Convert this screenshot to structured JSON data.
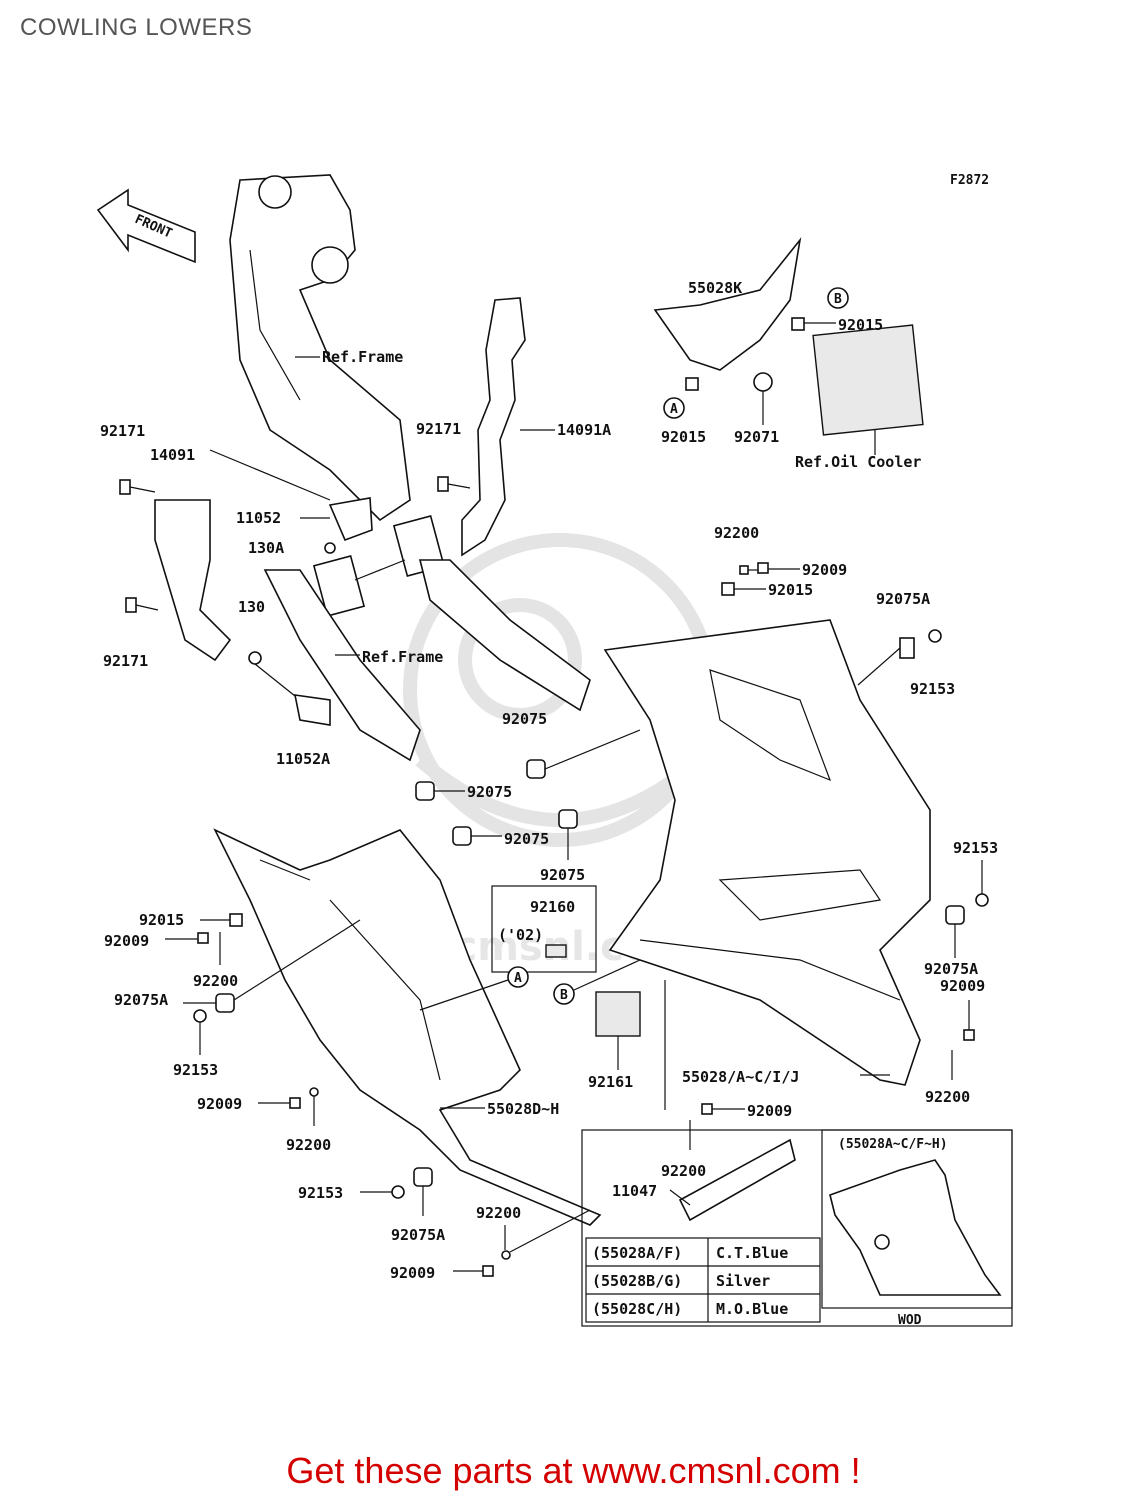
{
  "page_title": "COWLING LOWERS",
  "diagram_code": "F2872",
  "front_label": "FRONT",
  "ref_frame": "Ref.Frame",
  "ref_oil_cooler": "Ref.Oil Cooler",
  "variant_code": "('02)",
  "inset_title": "(55028A~C/F~H)",
  "inset_caption": "WOD",
  "callouts": [
    "A",
    "B",
    "A",
    "B"
  ],
  "part_labels": [
    "55028K",
    "92015",
    "92015",
    "92071",
    "14091A",
    "92171",
    "14091",
    "92171",
    "11052",
    "130A",
    "130",
    "92171",
    "11052A",
    "92200",
    "92009",
    "92015",
    "92075A",
    "92153",
    "92075",
    "92075",
    "92075",
    "92075",
    "92160",
    "92015",
    "92009",
    "92200",
    "92075A",
    "92153",
    "92161",
    "92153",
    "92075A",
    "92009",
    "92200",
    "55028/A~C/I/J",
    "92009",
    "92200",
    "55028D~H",
    "92200",
    "11047",
    "92153",
    "92075A",
    "92200",
    "92009"
  ],
  "color_table": [
    {
      "code": "(55028A/F)",
      "color": "C.T.Blue"
    },
    {
      "code": "(55028B/G)",
      "color": "Silver"
    },
    {
      "code": "(55028C/H)",
      "color": "M.O.Blue"
    }
  ],
  "footer_text": "Get these parts at www.cmsnl.com !",
  "colors": {
    "footer": "#d40000",
    "title": "#555555",
    "ink": "#111111"
  }
}
